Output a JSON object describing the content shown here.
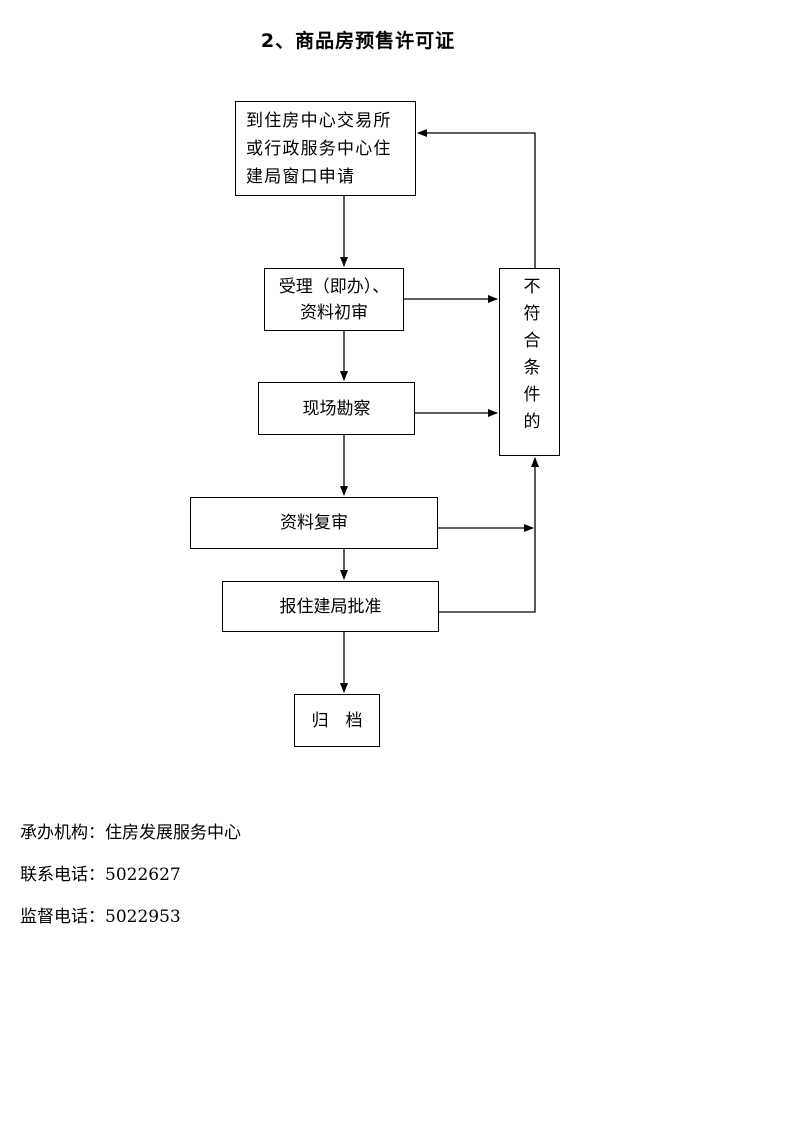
{
  "title": "2、商品房预售许可证",
  "flow": {
    "start_lines": [
      "到住房中心交易所",
      "或行政服务中心住",
      "建局窗口申请"
    ],
    "accept_lines": [
      "受理（即办）、",
      "资料初审"
    ],
    "survey": "现场勘察",
    "review": "资料复审",
    "approve": "报住建局批准",
    "archive": "归　档",
    "reject": "不符合条件的"
  },
  "info": {
    "org_label": "承办机构：",
    "org_value": "住房发展服务中心",
    "contact_label": "联系电话：",
    "contact_value": "5022627",
    "supervise_label": "监督电话：",
    "supervise_value": "5022953"
  }
}
